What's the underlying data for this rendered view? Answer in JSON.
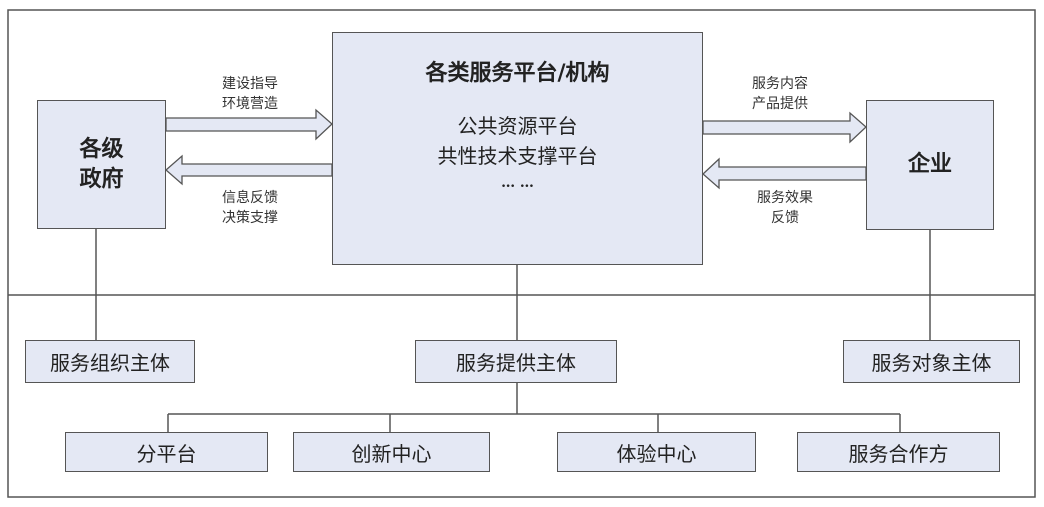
{
  "government": {
    "line1": "各级",
    "line2": "政府"
  },
  "platform": {
    "title": "各类服务平台/机构",
    "items": [
      "公共资源平台",
      "共性技术支撑平台",
      "… …"
    ]
  },
  "enterprise": {
    "label": "企业"
  },
  "arrows": {
    "gov_to_platform": [
      "建设指导",
      "环境营造"
    ],
    "platform_to_gov": [
      "信息反馈",
      "决策支撑"
    ],
    "platform_to_enterprise": [
      "服务内容",
      "产品提供"
    ],
    "enterprise_to_platform": [
      "服务效果",
      "反馈"
    ]
  },
  "roles": {
    "organizer": "服务组织主体",
    "provider": "服务提供主体",
    "target": "服务对象主体"
  },
  "providers": [
    "分平台",
    "创新中心",
    "体验中心",
    "服务合作方"
  ],
  "colors": {
    "box_fill": "#e4e8f4",
    "border": "#555555"
  }
}
